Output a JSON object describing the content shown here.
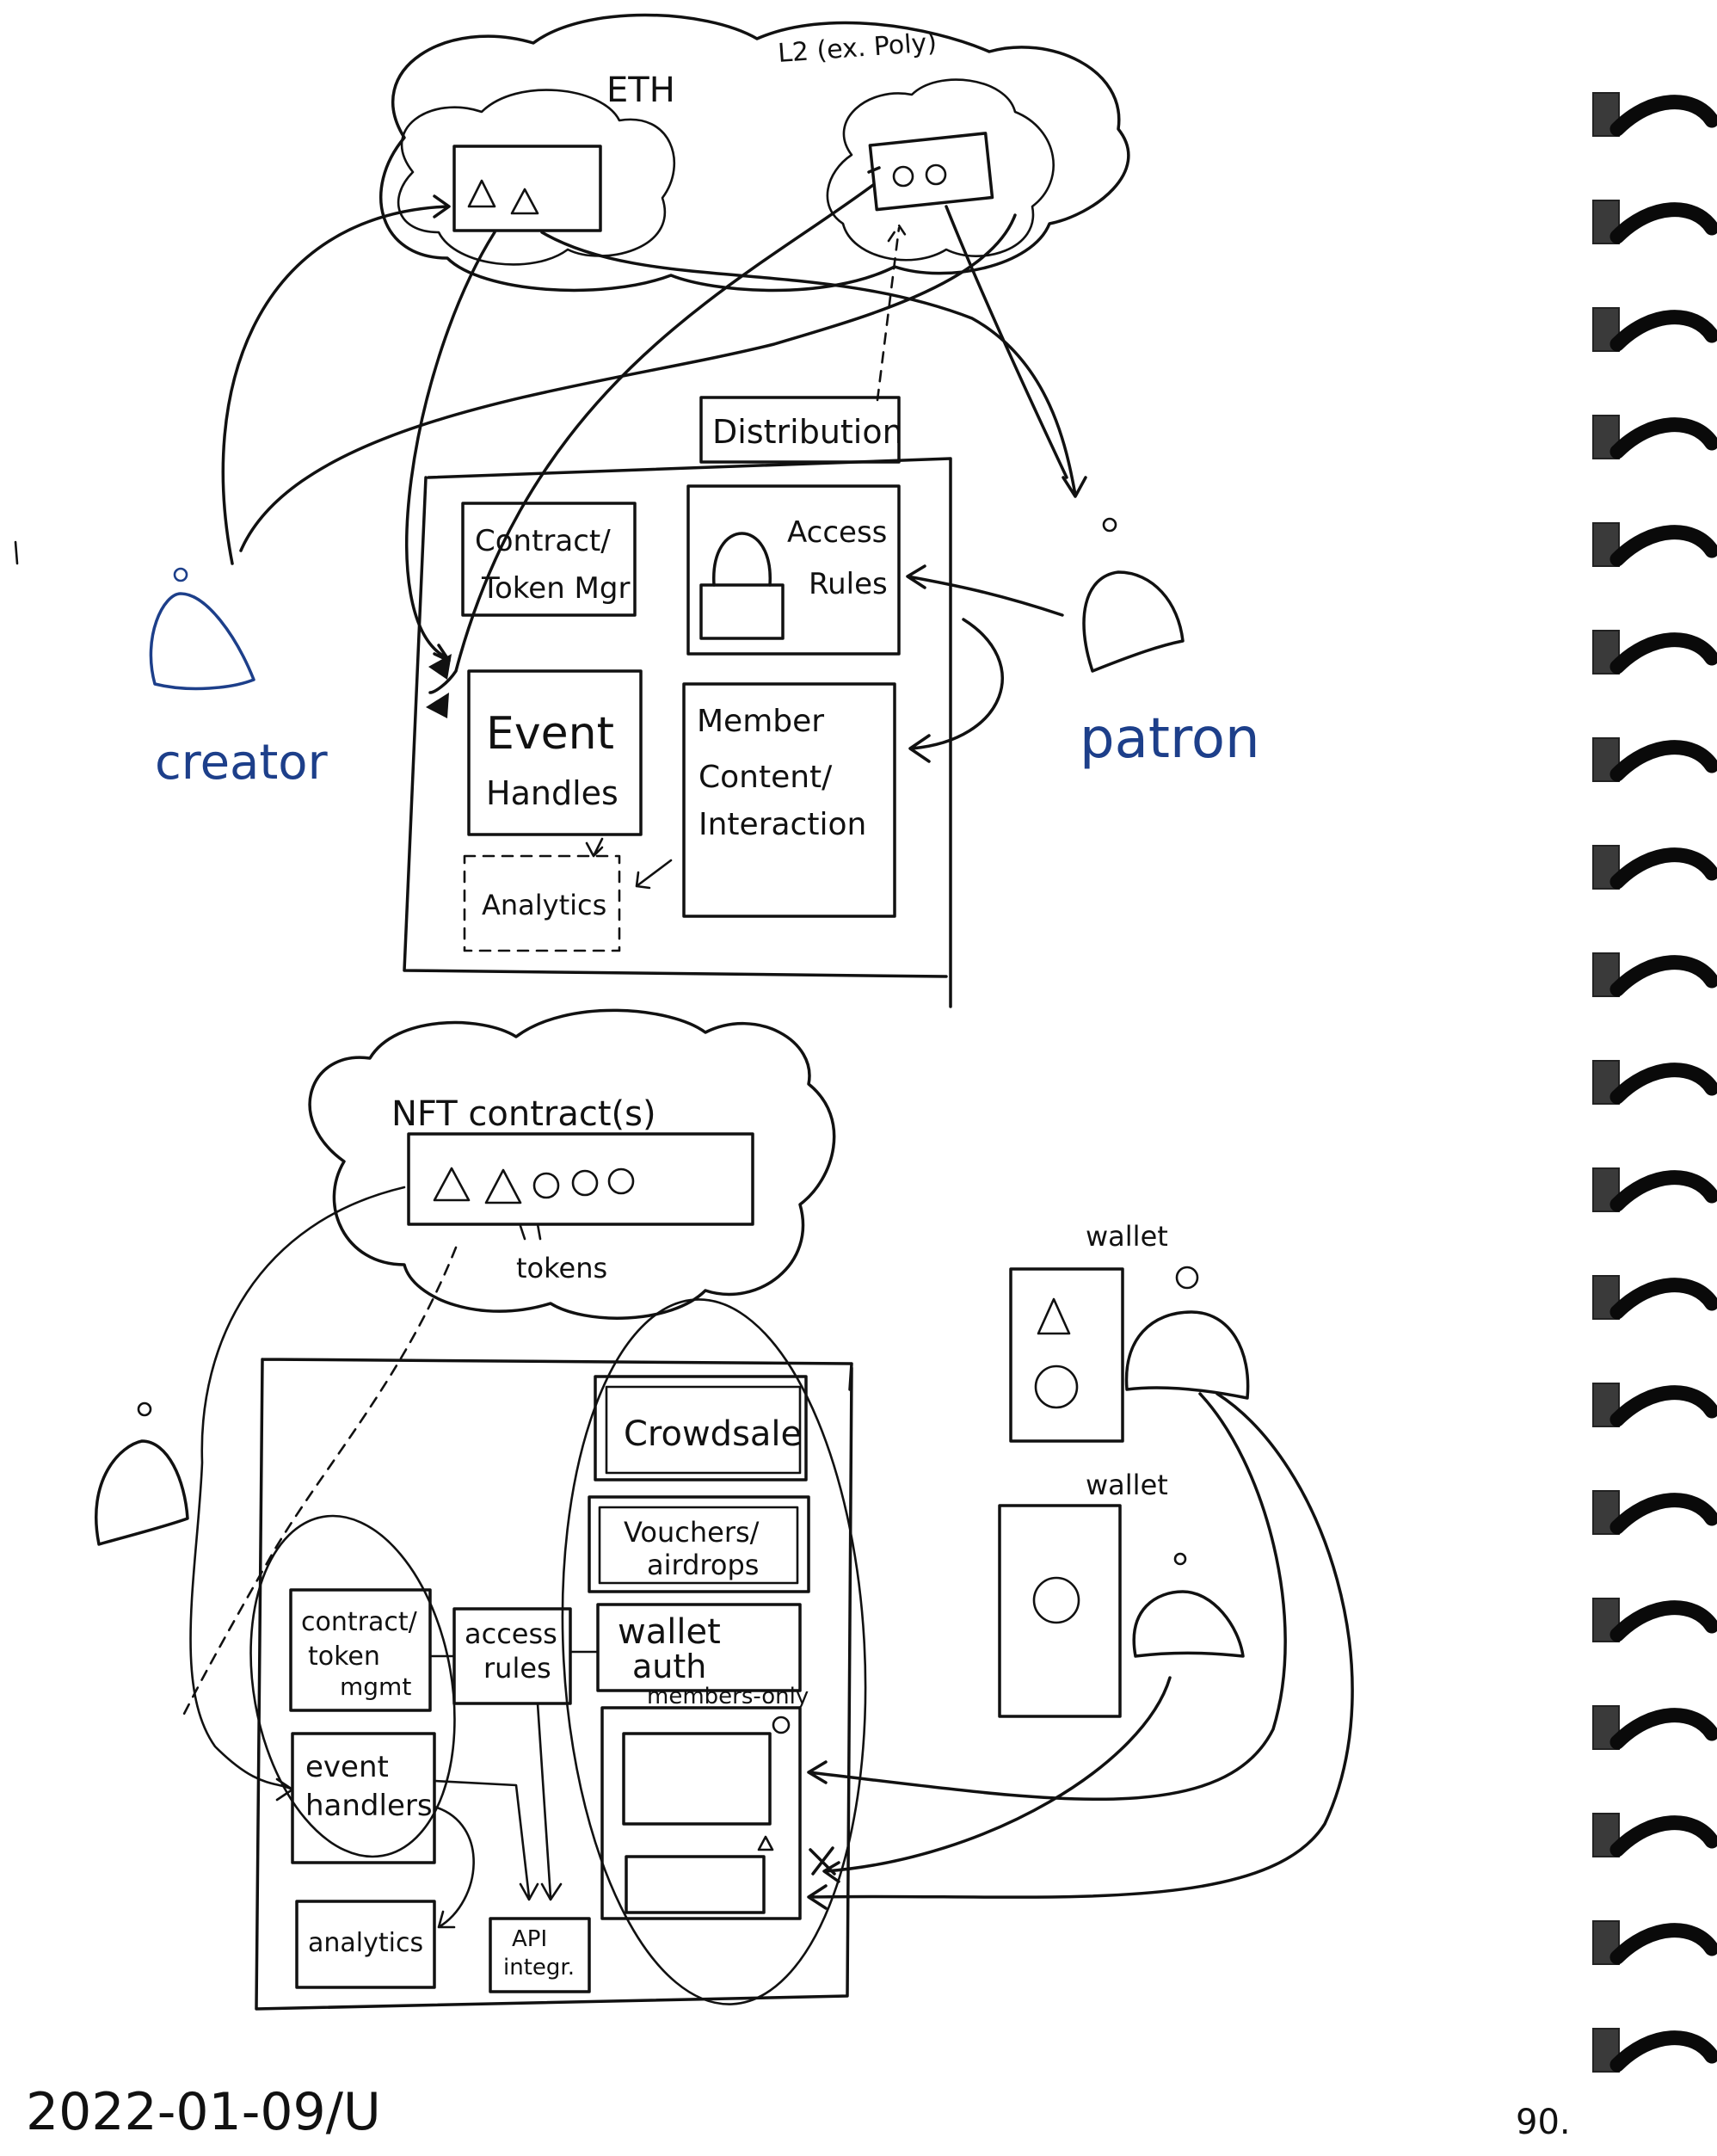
{
  "top": {
    "cloud_eth_label": "ETH",
    "cloud_l2_label": "L2 (ex. Poly)",
    "distribution_label": "Distribution",
    "contract_token_mgr_line1": "Contract/",
    "contract_token_mgr_line2": "Token Mgr",
    "access_rules_line1": "Access",
    "access_rules_line2": "Rules",
    "event_handlers_line1": "Event",
    "event_handlers_line2": "Handles",
    "member_content_line1": "Member",
    "member_content_line2": "Content/",
    "member_content_line3": "Interaction",
    "analytics_label": "Analytics",
    "creator_label": "creator",
    "patron_label": "patron"
  },
  "bottom": {
    "nft_contracts_label": "NFT contract(s)",
    "tokens_label": "tokens",
    "crowdsale_label": "Crowdsale",
    "vouchers_line1": "Vouchers/",
    "vouchers_line2": "airdrops",
    "contract_token_line1": "contract/",
    "contract_token_line2": "token",
    "contract_token_line3": "mgmt",
    "access_rules_line1": "access",
    "access_rules_line2": "rules",
    "wallet_auth_line1": "wallet",
    "wallet_auth_line2": "auth",
    "members_only_label": "members-only",
    "event_handlers_line1": "event",
    "event_handlers_line2": "handlers",
    "analytics_label": "analytics",
    "api_line1": "API",
    "api_line2": "integr.",
    "wallet1_label": "wallet",
    "wallet2_label": "wallet"
  },
  "footer": {
    "date": "2022-01-09/U",
    "page_number": "90."
  },
  "colors": {
    "ink": "#111111",
    "blue_ink": "#1d3f8a",
    "paper": "#ffffff"
  }
}
